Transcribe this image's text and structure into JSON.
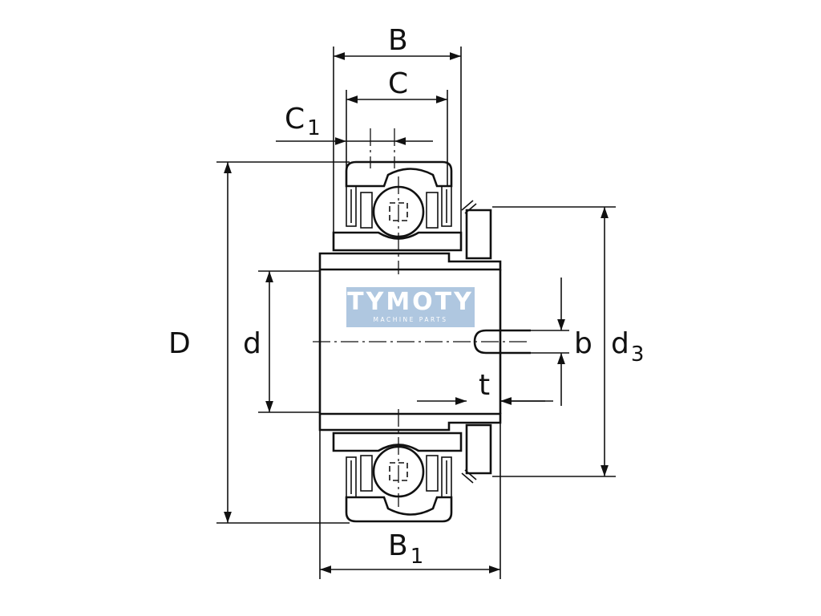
{
  "diagram": {
    "colors": {
      "line": "#111111",
      "background": "#ffffff",
      "logo_bg": "#a9c3de",
      "logo_text": "#ffffff"
    },
    "dimension_labels": {
      "B": {
        "main": "B",
        "sub": ""
      },
      "C": {
        "main": "C",
        "sub": ""
      },
      "C1": {
        "main": "C",
        "sub": "1"
      },
      "D": {
        "main": "D",
        "sub": ""
      },
      "d": {
        "main": "d",
        "sub": ""
      },
      "b": {
        "main": "b",
        "sub": ""
      },
      "d3": {
        "main": "d",
        "sub": "3"
      },
      "t": {
        "main": "t",
        "sub": ""
      },
      "B1": {
        "main": "B",
        "sub": "1"
      }
    },
    "watermark": {
      "brand": "TYMOTY",
      "tagline": "MACHINE PARTS"
    }
  }
}
